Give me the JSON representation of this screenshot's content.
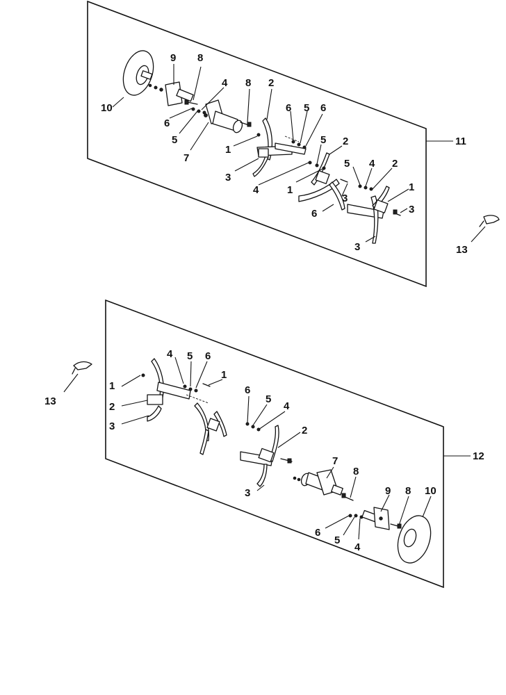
{
  "assemblies": [
    {
      "label": "11",
      "callouts": [
        "10",
        "9",
        "8",
        "8",
        "2",
        "4",
        "5",
        "6",
        "6",
        "5",
        "7",
        "1",
        "3",
        "6",
        "4",
        "2",
        "5",
        "1",
        "3",
        "6",
        "5",
        "4",
        "2",
        "1",
        "3"
      ]
    },
    {
      "label": "12",
      "callouts": [
        "4",
        "5",
        "6",
        "1",
        "1",
        "2",
        "3",
        "6",
        "5",
        "4",
        "2",
        "3",
        "7",
        "8",
        "9",
        "8",
        "10",
        "6",
        "5",
        "4"
      ]
    }
  ],
  "loose_parts": [
    {
      "label": "13"
    },
    {
      "label": "13"
    }
  ]
}
